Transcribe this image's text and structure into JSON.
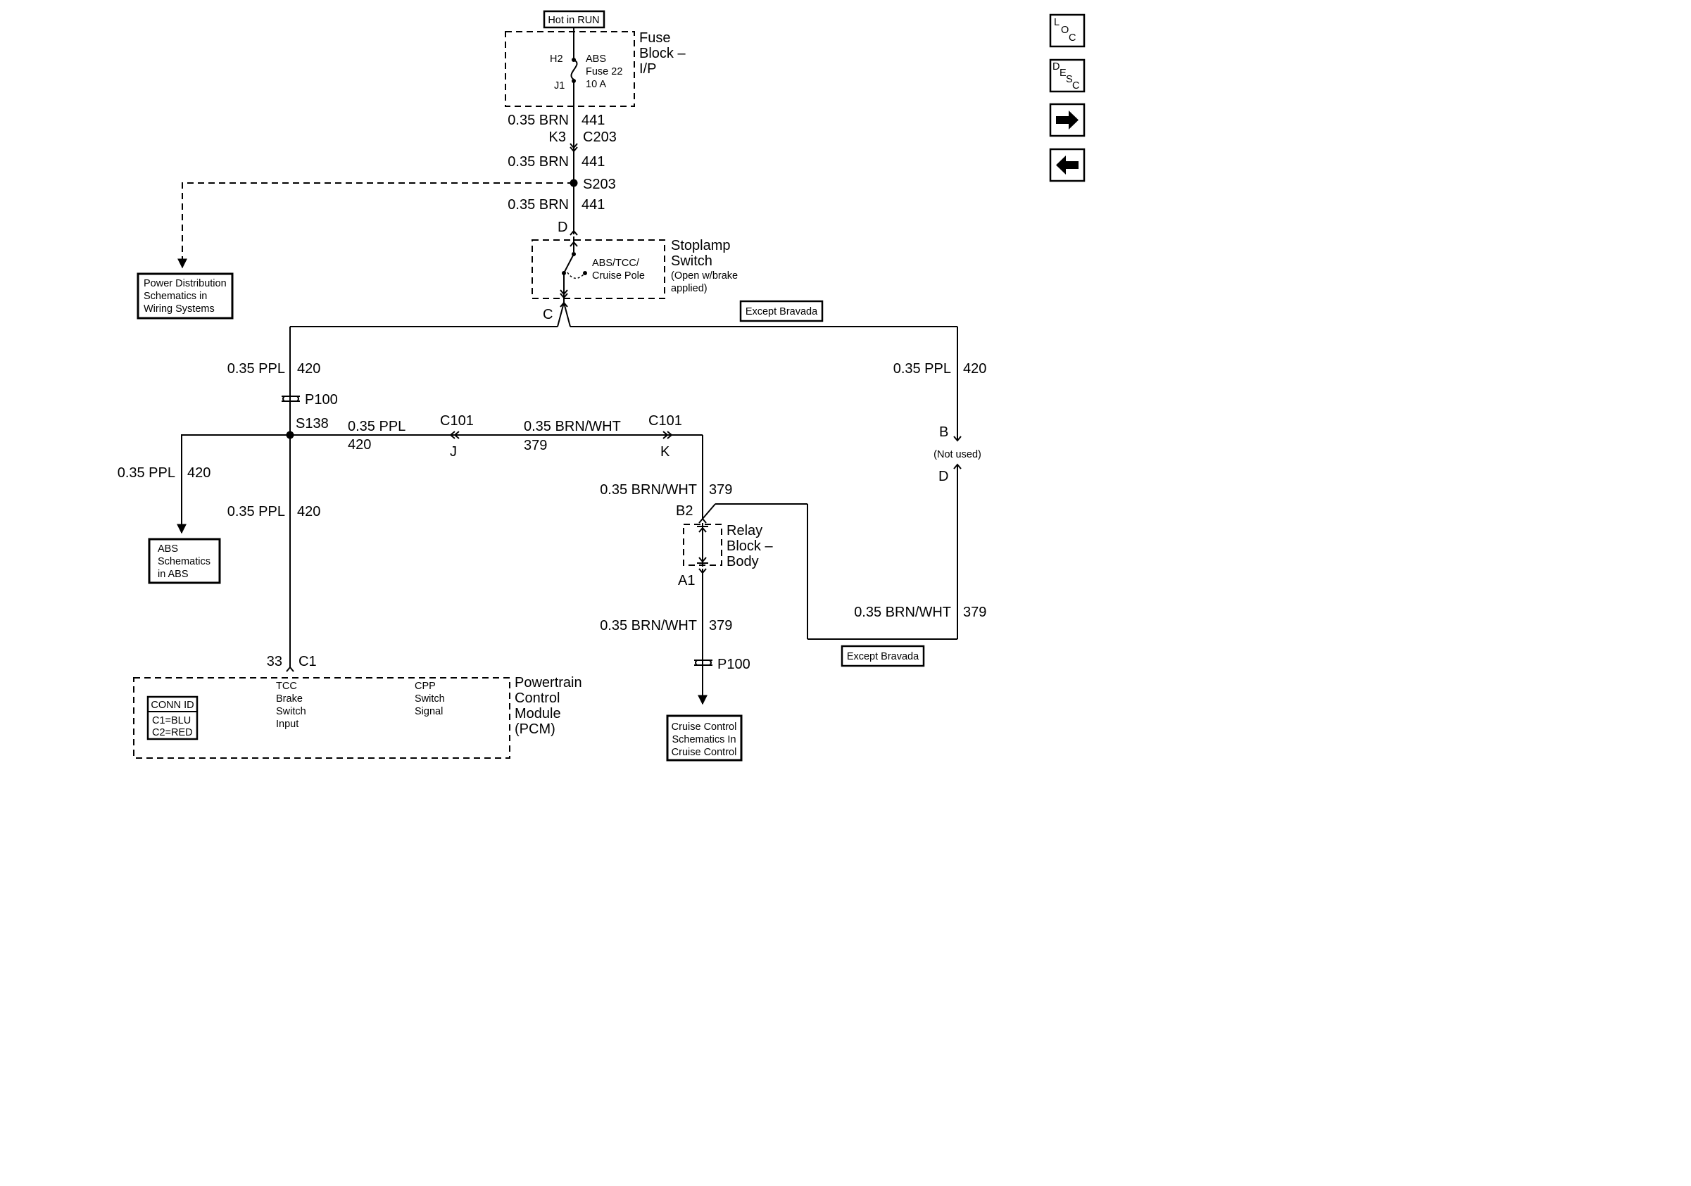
{
  "hot_label": "Hot in RUN",
  "fuse_block": {
    "title": [
      "Fuse",
      "Block –",
      "I/P"
    ],
    "pin_top": "H2",
    "pin_bottom": "J1",
    "fuse_name": [
      "ABS",
      "Fuse 22",
      "10 A"
    ]
  },
  "wires": {
    "w1_gauge": "0.35 BRN",
    "w1_circuit": "441",
    "conn1_pin": "K3",
    "conn1_id": "C203",
    "w2_gauge": "0.35 BRN",
    "w2_circuit": "441",
    "splice_s203": "S203",
    "w3_gauge": "0.35 BRN",
    "w3_circuit": "441",
    "left_ppl_gauge": "0.35 PPL",
    "left_ppl_circuit": "420",
    "p100_top": "P100",
    "splice_s138": "S138",
    "h_ppl_gauge": "0.35 PPL",
    "h_ppl_circuit": "420",
    "c101_left_id": "C101",
    "c101_left_pin": "J",
    "h_bw_gauge": "0.35 BRN/WHT",
    "h_bw_circuit": "379",
    "c101_right_id": "C101",
    "c101_right_pin": "K",
    "abs_branch_gauge": "0.35 PPL",
    "abs_branch_circuit": "420",
    "pcm_feed_gauge": "0.35 PPL",
    "pcm_feed_circuit": "420",
    "right_ppl_gauge": "0.35 PPL",
    "right_ppl_circuit": "420",
    "pin_b": "B",
    "not_used": "(Not used)",
    "pin_d": "D",
    "relay_in_gauge": "0.35 BRN/WHT",
    "relay_in_circuit": "379",
    "pin_b2": "B2",
    "pin_a1": "A1",
    "relay_out_gauge": "0.35 BRN/WHT",
    "relay_out_circuit": "379",
    "p100_bottom": "P100",
    "far_right_gauge": "0.35 BRN/WHT",
    "far_right_circuit": "379",
    "pcm_pin": "33",
    "pcm_conn": "C1"
  },
  "stoplamp": {
    "pin_top": "D",
    "pin_bottom": "C",
    "pole_label": [
      "ABS/TCC/",
      "Cruise Pole"
    ],
    "title": [
      "Stoplamp",
      "Switch"
    ],
    "note": [
      "(Open w/brake",
      "applied)"
    ]
  },
  "except_bravada_1": "Except Bravada",
  "except_bravada_2": "Except Bravada",
  "relay_block": [
    "Relay",
    "Block –",
    "Body"
  ],
  "refs": {
    "power_distribution": [
      "Power Distribution",
      "Schematics in",
      "Wiring Systems"
    ],
    "abs": [
      "ABS",
      "Schematics",
      "in ABS"
    ],
    "cruise": [
      "Cruise Control",
      "Schematics In",
      "Cruise Control"
    ]
  },
  "pcm": {
    "title": [
      "Powertrain",
      "Control",
      "Module",
      "(PCM)"
    ],
    "tcc_label": [
      "TCC",
      "Brake",
      "Switch",
      "Input"
    ],
    "cpp_label": [
      "CPP",
      "Switch",
      "Signal"
    ],
    "conn_id_title": "CONN ID",
    "conn_id_lines": [
      "C1=BLU",
      "C2=RED"
    ]
  },
  "nav": {
    "loc_letters": [
      "L",
      "O",
      "C"
    ],
    "desc_letters": [
      "D",
      "E",
      "S",
      "C"
    ],
    "next_icon": "right-arrow-icon",
    "prev_icon": "left-arrow-icon"
  }
}
